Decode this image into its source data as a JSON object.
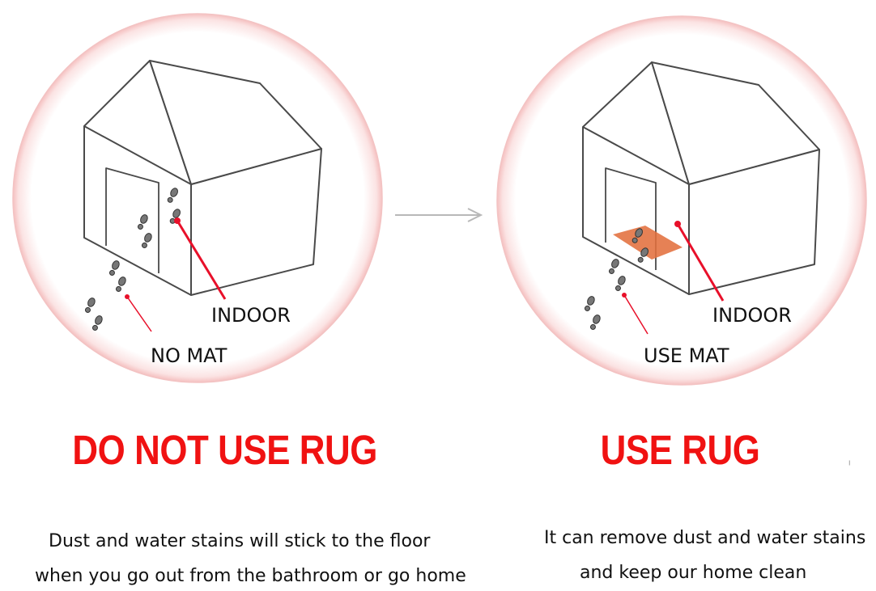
{
  "left_panel": {
    "label_indoor": "INDOOR",
    "label_mat": "NO MAT",
    "headline": "DO NOT USE RUG",
    "caption_line1": "Dust and water stains will stick to the floor",
    "caption_line2": "when you go out from the bathroom or go home"
  },
  "right_panel": {
    "label_indoor": "INDOOR",
    "label_mat": "USE MAT",
    "headline": "USE RUG",
    "caption_line1": "It can remove dust and water stains",
    "caption_line2": "and keep our home clean"
  },
  "colors": {
    "headline": "#f01212",
    "circle_ring": "#f5c0c0",
    "pointer": "#e8102a",
    "mat": "#e2703e",
    "arrow": "#b8b8b8"
  }
}
